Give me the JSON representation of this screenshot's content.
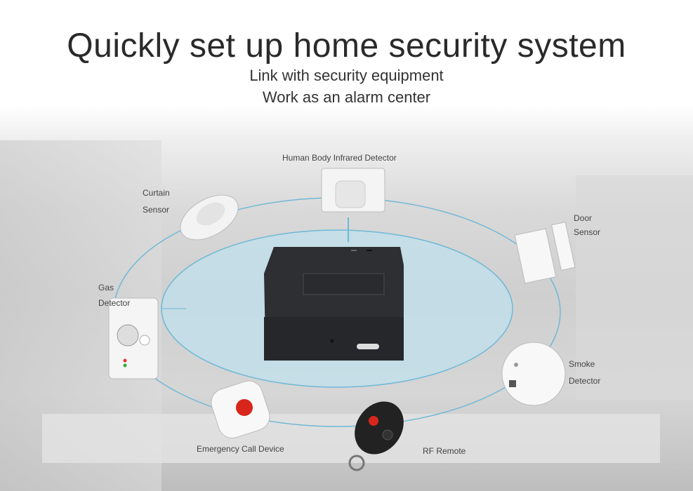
{
  "header": {
    "title": "Quickly set up home security system",
    "subtitle_1": "Link with security equipment",
    "subtitle_2": "Work as an alarm center"
  },
  "devices": {
    "infrared": "Human Body Infrared Detector",
    "curtain_1": "Curtain",
    "curtain_2": "Sensor",
    "door_1": "Door",
    "door_2": "Sensor",
    "gas_1": "Gas",
    "gas_2": "Detector",
    "smoke_1": "Smoke",
    "smoke_2": "Detector",
    "emergency": "Emergency Call Device",
    "remote": "RF Remote"
  },
  "colors": {
    "ellipse": "#6fb8d6",
    "inner_fill": "#bfe0ec",
    "hub": "#2e2f33",
    "alarm_red": "#d8261c"
  }
}
